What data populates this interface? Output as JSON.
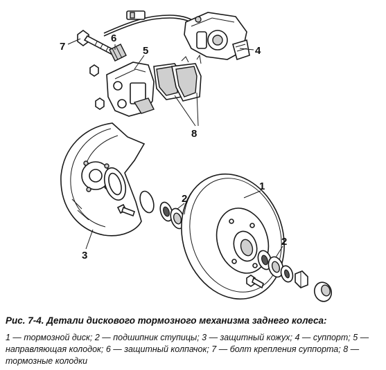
{
  "labels": {
    "l1": "1",
    "l2a": "2",
    "l2b": "2",
    "l3": "3",
    "l4": "4",
    "l5": "5",
    "l6": "6",
    "l7": "7",
    "l8": "8"
  },
  "caption": {
    "title": "Рис. 7-4. Детали дискового тормозного механизма заднего колеса:",
    "body": "1 — тормозной диск; 2 — подшипник ступицы; 3 — защитный кожух; 4 — суппорт; 5 — направляющая колодок; 6 — защитный колпачок; 7 — болт крепления суппорта; 8 — тормозные колодки"
  },
  "colors": {
    "ink": "#111111",
    "background": "#ffffff",
    "shade": "#cfcfcf"
  }
}
